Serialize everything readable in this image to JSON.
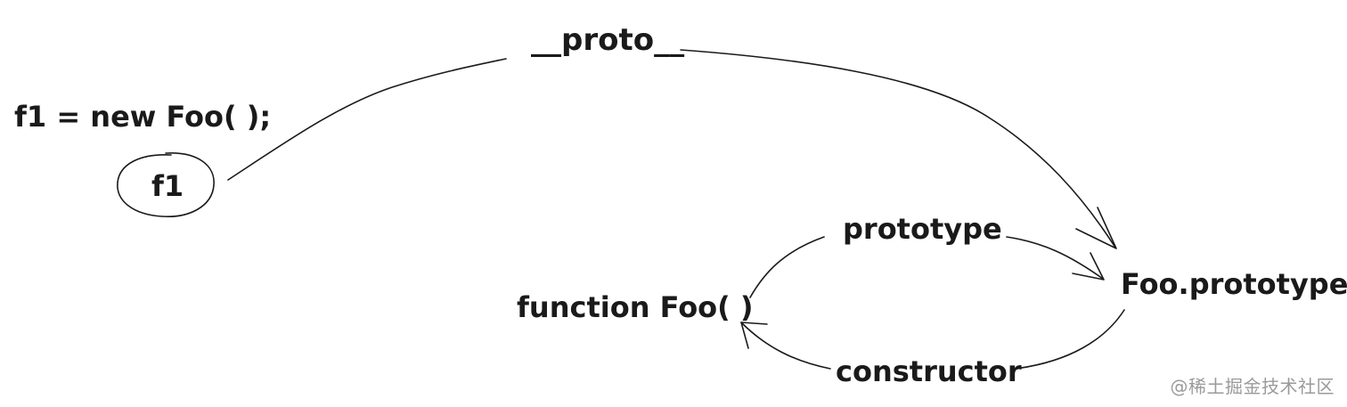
{
  "labels": {
    "statement": "f1 = new Foo( );",
    "instance": "f1",
    "proto_edge": "__proto__",
    "constructor_fn": "function Foo( )",
    "prototype_edge": "prototype",
    "prototype_obj": "Foo.prototype",
    "constructor_edge": "constructor"
  },
  "watermark": "@稀土掘金技术社区"
}
